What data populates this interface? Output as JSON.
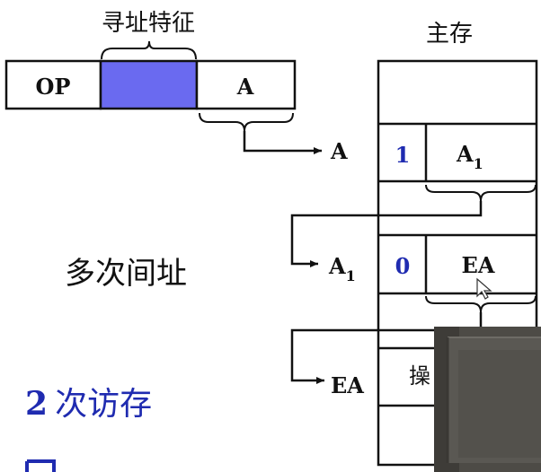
{
  "title_feature": "寻址特征",
  "title_memory": "主存",
  "instruction": {
    "op": "OP",
    "a": "A"
  },
  "main_label": "多次间址",
  "memory_rows": [
    {
      "addr": "A",
      "flag": "1",
      "content": "A",
      "content_sub": "1"
    },
    {
      "addr": "A",
      "addr_sub": "1",
      "flag": "0",
      "content": "EA"
    },
    {
      "addr": "EA",
      "content": "操"
    }
  ],
  "access_count": {
    "num": "2",
    "text": "次访存"
  },
  "colors": {
    "feature_fill": "#6a6af0",
    "flag_color": "#1f2bb0",
    "access_color": "#1f2bb0",
    "overlay_fill": "#4d4b46"
  }
}
